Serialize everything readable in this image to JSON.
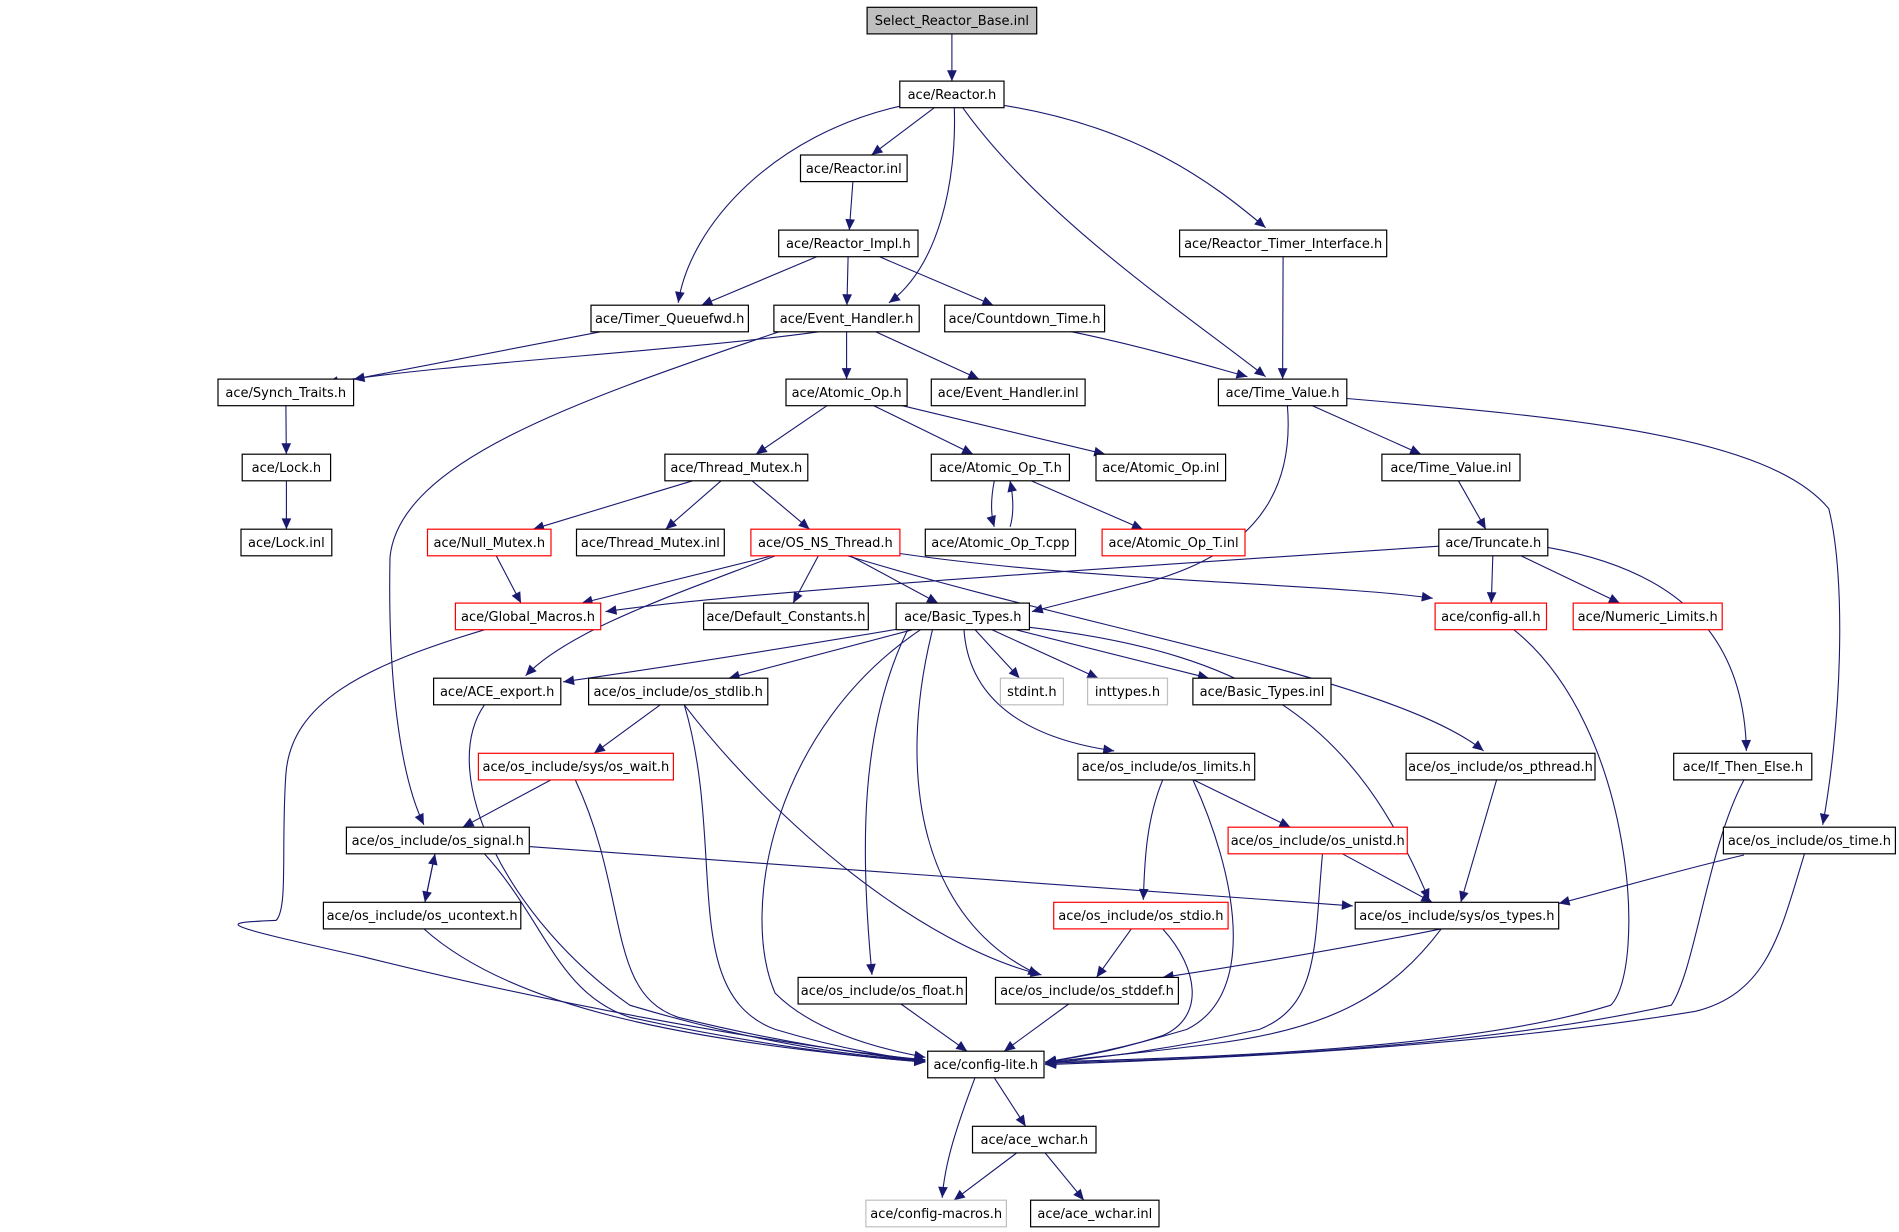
{
  "graph": {
    "nodes": [
      {
        "id": "n0",
        "label": "Select_Reactor_Base.inl",
        "style": "root"
      },
      {
        "id": "n1",
        "label": "ace/Reactor.h",
        "style": "black"
      },
      {
        "id": "n2",
        "label": "ace/Reactor.inl",
        "style": "black"
      },
      {
        "id": "n3",
        "label": "ace/Reactor_Impl.h",
        "style": "black"
      },
      {
        "id": "n4",
        "label": "ace/Reactor_Timer_Interface.h",
        "style": "black"
      },
      {
        "id": "n5",
        "label": "ace/Timer_Queuefwd.h",
        "style": "black"
      },
      {
        "id": "n6",
        "label": "ace/Event_Handler.h",
        "style": "black"
      },
      {
        "id": "n7",
        "label": "ace/Countdown_Time.h",
        "style": "black"
      },
      {
        "id": "n8",
        "label": "ace/Synch_Traits.h",
        "style": "black"
      },
      {
        "id": "n9",
        "label": "ace/Atomic_Op.h",
        "style": "black"
      },
      {
        "id": "n10",
        "label": "ace/Event_Handler.inl",
        "style": "black"
      },
      {
        "id": "n11",
        "label": "ace/Time_Value.h",
        "style": "black"
      },
      {
        "id": "n12",
        "label": "ace/Lock.h",
        "style": "black"
      },
      {
        "id": "n13",
        "label": "ace/Thread_Mutex.h",
        "style": "black"
      },
      {
        "id": "n14",
        "label": "ace/Atomic_Op_T.h",
        "style": "black"
      },
      {
        "id": "n15",
        "label": "ace/Atomic_Op.inl",
        "style": "black"
      },
      {
        "id": "n16",
        "label": "ace/Time_Value.inl",
        "style": "black"
      },
      {
        "id": "n17",
        "label": "ace/Lock.inl",
        "style": "black"
      },
      {
        "id": "n18",
        "label": "ace/Null_Mutex.h",
        "style": "red"
      },
      {
        "id": "n19",
        "label": "ace/Thread_Mutex.inl",
        "style": "black"
      },
      {
        "id": "n20",
        "label": "ace/OS_NS_Thread.h",
        "style": "red"
      },
      {
        "id": "n21",
        "label": "ace/Atomic_Op_T.cpp",
        "style": "black"
      },
      {
        "id": "n22",
        "label": "ace/Atomic_Op_T.inl",
        "style": "red"
      },
      {
        "id": "n23",
        "label": "ace/Truncate.h",
        "style": "black"
      },
      {
        "id": "n24",
        "label": "ace/Global_Macros.h",
        "style": "red"
      },
      {
        "id": "n25",
        "label": "ace/Default_Constants.h",
        "style": "black"
      },
      {
        "id": "n26",
        "label": "ace/Basic_Types.h",
        "style": "black"
      },
      {
        "id": "n27",
        "label": "ace/config-all.h",
        "style": "red"
      },
      {
        "id": "n28",
        "label": "ace/Numeric_Limits.h",
        "style": "red"
      },
      {
        "id": "n29",
        "label": "ace/ACE_export.h",
        "style": "black"
      },
      {
        "id": "n30",
        "label": "ace/os_include/os_stdlib.h",
        "style": "black"
      },
      {
        "id": "n31",
        "label": "stdint.h",
        "style": "gray"
      },
      {
        "id": "n32",
        "label": "inttypes.h",
        "style": "gray"
      },
      {
        "id": "n33",
        "label": "ace/Basic_Types.inl",
        "style": "black"
      },
      {
        "id": "n34",
        "label": "ace/os_include/sys/os_wait.h",
        "style": "red"
      },
      {
        "id": "n35",
        "label": "ace/os_include/os_limits.h",
        "style": "black"
      },
      {
        "id": "n36",
        "label": "ace/os_include/os_pthread.h",
        "style": "black"
      },
      {
        "id": "n37",
        "label": "ace/If_Then_Else.h",
        "style": "black"
      },
      {
        "id": "n38",
        "label": "ace/os_include/os_signal.h",
        "style": "black"
      },
      {
        "id": "n39",
        "label": "ace/os_include/os_unistd.h",
        "style": "red"
      },
      {
        "id": "n40",
        "label": "ace/os_include/os_time.h",
        "style": "black"
      },
      {
        "id": "n41",
        "label": "ace/os_include/os_ucontext.h",
        "style": "black"
      },
      {
        "id": "n42",
        "label": "ace/os_include/os_stdio.h",
        "style": "red"
      },
      {
        "id": "n43",
        "label": "ace/os_include/sys/os_types.h",
        "style": "black"
      },
      {
        "id": "n44",
        "label": "ace/os_include/os_float.h",
        "style": "black"
      },
      {
        "id": "n45",
        "label": "ace/os_include/os_stddef.h",
        "style": "black"
      },
      {
        "id": "n46",
        "label": "ace/config-lite.h",
        "style": "black"
      },
      {
        "id": "n47",
        "label": "ace/ace_wchar.h",
        "style": "black"
      },
      {
        "id": "n48",
        "label": "ace/config-macros.h",
        "style": "gray"
      },
      {
        "id": "n49",
        "label": "ace/ace_wchar.inl",
        "style": "black"
      }
    ],
    "edges": [
      {
        "from": "n0",
        "to": "n1"
      },
      {
        "from": "n1",
        "to": "n2"
      },
      {
        "from": "n1",
        "to": "n5"
      },
      {
        "from": "n1",
        "to": "n6"
      },
      {
        "from": "n1",
        "to": "n4"
      },
      {
        "from": "n1",
        "to": "n11"
      },
      {
        "from": "n2",
        "to": "n3"
      },
      {
        "from": "n3",
        "to": "n5"
      },
      {
        "from": "n3",
        "to": "n6"
      },
      {
        "from": "n3",
        "to": "n7"
      },
      {
        "from": "n4",
        "to": "n11"
      },
      {
        "from": "n5",
        "to": "n8"
      },
      {
        "from": "n6",
        "to": "n8"
      },
      {
        "from": "n6",
        "to": "n9"
      },
      {
        "from": "n6",
        "to": "n10"
      },
      {
        "from": "n6",
        "to": "n38"
      },
      {
        "from": "n7",
        "to": "n11"
      },
      {
        "from": "n8",
        "to": "n12"
      },
      {
        "from": "n12",
        "to": "n17"
      },
      {
        "from": "n9",
        "to": "n13"
      },
      {
        "from": "n9",
        "to": "n14"
      },
      {
        "from": "n9",
        "to": "n15"
      },
      {
        "from": "n11",
        "to": "n16"
      },
      {
        "from": "n11",
        "to": "n26"
      },
      {
        "from": "n11",
        "to": "n40"
      },
      {
        "from": "n13",
        "to": "n18"
      },
      {
        "from": "n13",
        "to": "n19"
      },
      {
        "from": "n13",
        "to": "n20"
      },
      {
        "from": "n14",
        "to": "n21"
      },
      {
        "from": "n21",
        "to": "n14"
      },
      {
        "from": "n14",
        "to": "n22"
      },
      {
        "from": "n16",
        "to": "n23"
      },
      {
        "from": "n18",
        "to": "n24"
      },
      {
        "from": "n20",
        "to": "n24"
      },
      {
        "from": "n20",
        "to": "n25"
      },
      {
        "from": "n20",
        "to": "n26"
      },
      {
        "from": "n20",
        "to": "n29"
      },
      {
        "from": "n20",
        "to": "n27"
      },
      {
        "from": "n20",
        "to": "n36"
      },
      {
        "from": "n23",
        "to": "n24"
      },
      {
        "from": "n23",
        "to": "n27"
      },
      {
        "from": "n23",
        "to": "n28"
      },
      {
        "from": "n23",
        "to": "n37"
      },
      {
        "from": "n24",
        "to": "n46"
      },
      {
        "from": "n26",
        "to": "n29"
      },
      {
        "from": "n26",
        "to": "n30"
      },
      {
        "from": "n26",
        "to": "n31"
      },
      {
        "from": "n26",
        "to": "n32"
      },
      {
        "from": "n26",
        "to": "n33"
      },
      {
        "from": "n26",
        "to": "n35"
      },
      {
        "from": "n26",
        "to": "n43"
      },
      {
        "from": "n26",
        "to": "n44"
      },
      {
        "from": "n26",
        "to": "n45"
      },
      {
        "from": "n26",
        "to": "n46"
      },
      {
        "from": "n27",
        "to": "n46"
      },
      {
        "from": "n29",
        "to": "n46"
      },
      {
        "from": "n30",
        "to": "n34"
      },
      {
        "from": "n30",
        "to": "n45"
      },
      {
        "from": "n30",
        "to": "n46"
      },
      {
        "from": "n34",
        "to": "n38"
      },
      {
        "from": "n34",
        "to": "n46"
      },
      {
        "from": "n35",
        "to": "n39"
      },
      {
        "from": "n35",
        "to": "n42"
      },
      {
        "from": "n35",
        "to": "n46"
      },
      {
        "from": "n36",
        "to": "n43"
      },
      {
        "from": "n37",
        "to": "n46"
      },
      {
        "from": "n38",
        "to": "n41"
      },
      {
        "from": "n41",
        "to": "n38"
      },
      {
        "from": "n38",
        "to": "n43"
      },
      {
        "from": "n38",
        "to": "n46"
      },
      {
        "from": "n39",
        "to": "n43"
      },
      {
        "from": "n39",
        "to": "n46"
      },
      {
        "from": "n40",
        "to": "n43"
      },
      {
        "from": "n40",
        "to": "n46"
      },
      {
        "from": "n41",
        "to": "n46"
      },
      {
        "from": "n42",
        "to": "n45"
      },
      {
        "from": "n42",
        "to": "n46"
      },
      {
        "from": "n43",
        "to": "n45"
      },
      {
        "from": "n43",
        "to": "n46"
      },
      {
        "from": "n44",
        "to": "n46"
      },
      {
        "from": "n45",
        "to": "n46"
      },
      {
        "from": "n46",
        "to": "n47"
      },
      {
        "from": "n46",
        "to": "n48"
      },
      {
        "from": "n47",
        "to": "n48"
      },
      {
        "from": "n47",
        "to": "n49"
      }
    ]
  }
}
